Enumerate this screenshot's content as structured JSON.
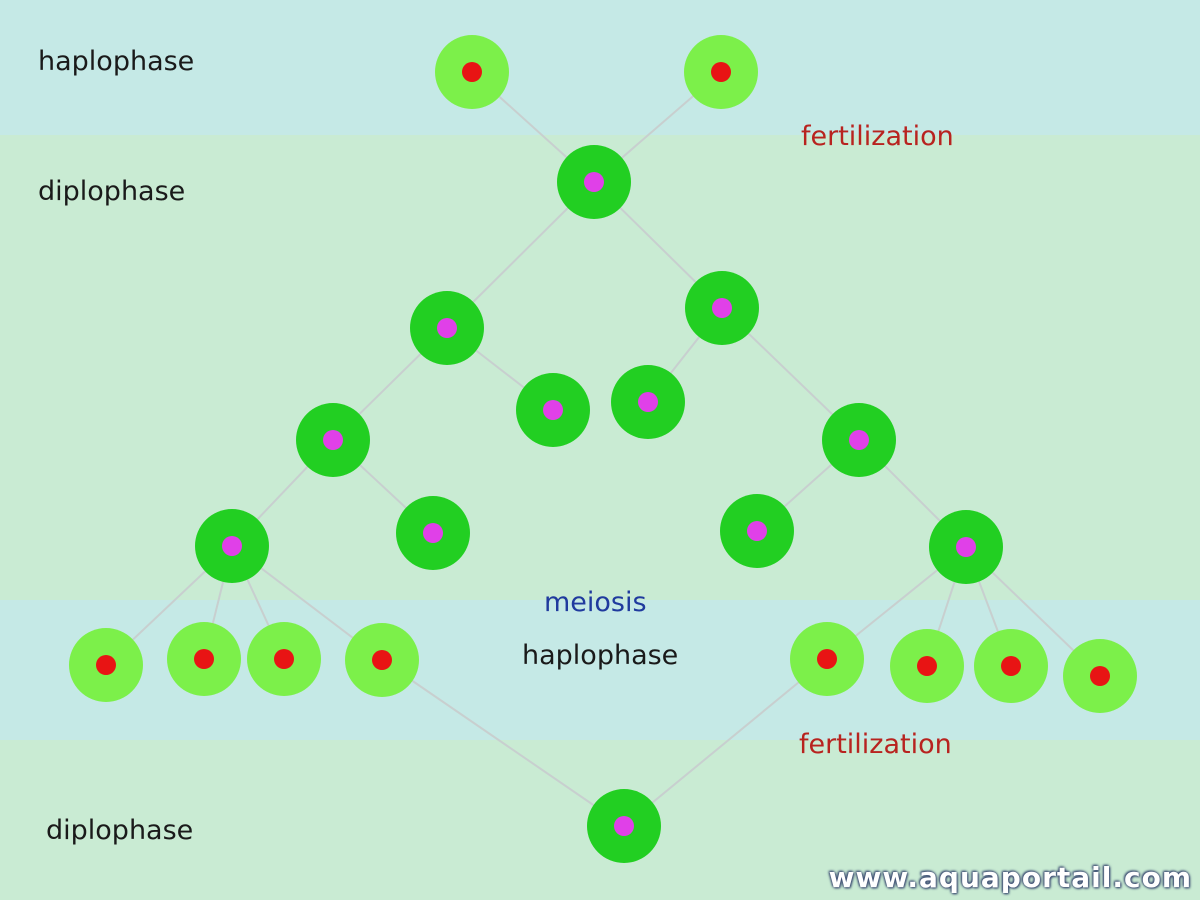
{
  "labels": {
    "haplophase_top": "haplophase",
    "diplophase_top": "diplophase",
    "fertilization_top": "fertilization",
    "meiosis": "meiosis",
    "haplophase_middle": "haplophase",
    "fertilization_bottom": "fertilization",
    "diplophase_bottom": "diplophase"
  },
  "watermark": "www.aquaportail.com",
  "colors": {
    "haplophase_band": "#c5e9e6",
    "diplophase_band": "#c9ebd3",
    "haploid_cell": "#7cf04a",
    "diploid_cell": "#22cf22",
    "haploid_nucleus": "#e81414",
    "diploid_nucleus": "#e040e8",
    "connector_line": "#c8cfcf",
    "label_text": "#1a1a1a",
    "fertilization_text": "#b8231f",
    "meiosis_text": "#1f3a9e"
  },
  "icons": {
    "haploid_cell": "light-green-circle-with-red-nucleus",
    "diploid_cell": "green-circle-with-magenta-nucleus"
  }
}
